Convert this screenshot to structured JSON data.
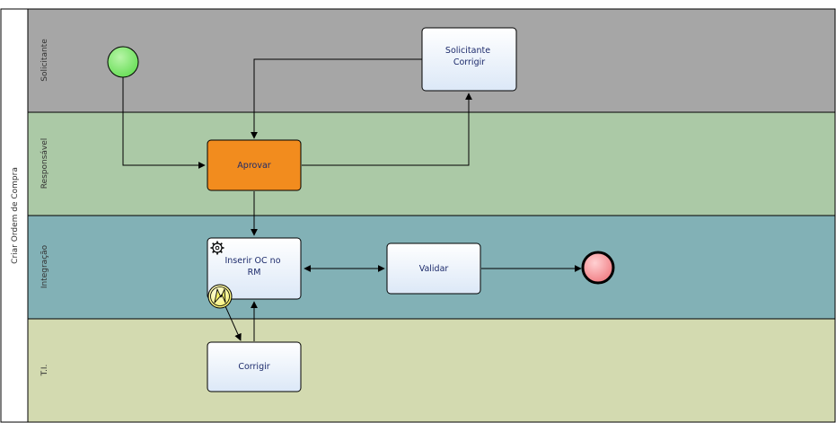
{
  "pool": {
    "label": "Criar Ordem de Compra"
  },
  "lanes": [
    {
      "id": "solicitante",
      "label": "Solicitante",
      "color": "#a6a6a6"
    },
    {
      "id": "responsavel",
      "label": "Responsável",
      "color": "#abc9a6"
    },
    {
      "id": "integracao",
      "label": "Integração",
      "color": "#82b1b6"
    },
    {
      "id": "ti",
      "label": "T.I.",
      "color": "#d3dab0"
    }
  ],
  "tasks": {
    "solicitante_corrigir": {
      "lines": [
        "Solicitante",
        "Corrigir"
      ]
    },
    "aprovar": {
      "lines": [
        "Aprovar"
      ],
      "color": "#f28c1e"
    },
    "inserir_oc": {
      "lines": [
        "Inserir OC no",
        "RM"
      ],
      "icon": "gear-icon"
    },
    "validar": {
      "lines": [
        "Validar"
      ]
    },
    "corrigir": {
      "lines": [
        "Corrigir"
      ]
    }
  },
  "events": {
    "start": {
      "color": "#66dd55"
    },
    "end": {
      "color": "#f07a80"
    },
    "error_boundary": {
      "color": "#f6f067",
      "icon": "lightning-icon"
    }
  },
  "colors": {
    "task_fill_top": "#ffffff",
    "task_fill_bottom": "#dce8f7",
    "task_text": "#1c2a6b",
    "line": "#000000"
  }
}
